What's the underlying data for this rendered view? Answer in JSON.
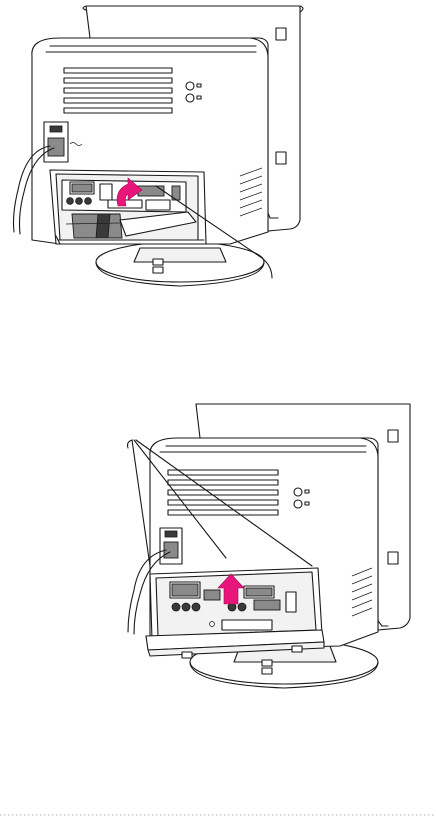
{
  "figures": [
    {
      "id": "figure-1",
      "arrow_color": "#e8157a"
    },
    {
      "id": "figure-2",
      "arrow_color": "#e8157a"
    }
  ],
  "footer": {
    "rule_style": "dotted",
    "rule_color": "#b0b0b0"
  }
}
